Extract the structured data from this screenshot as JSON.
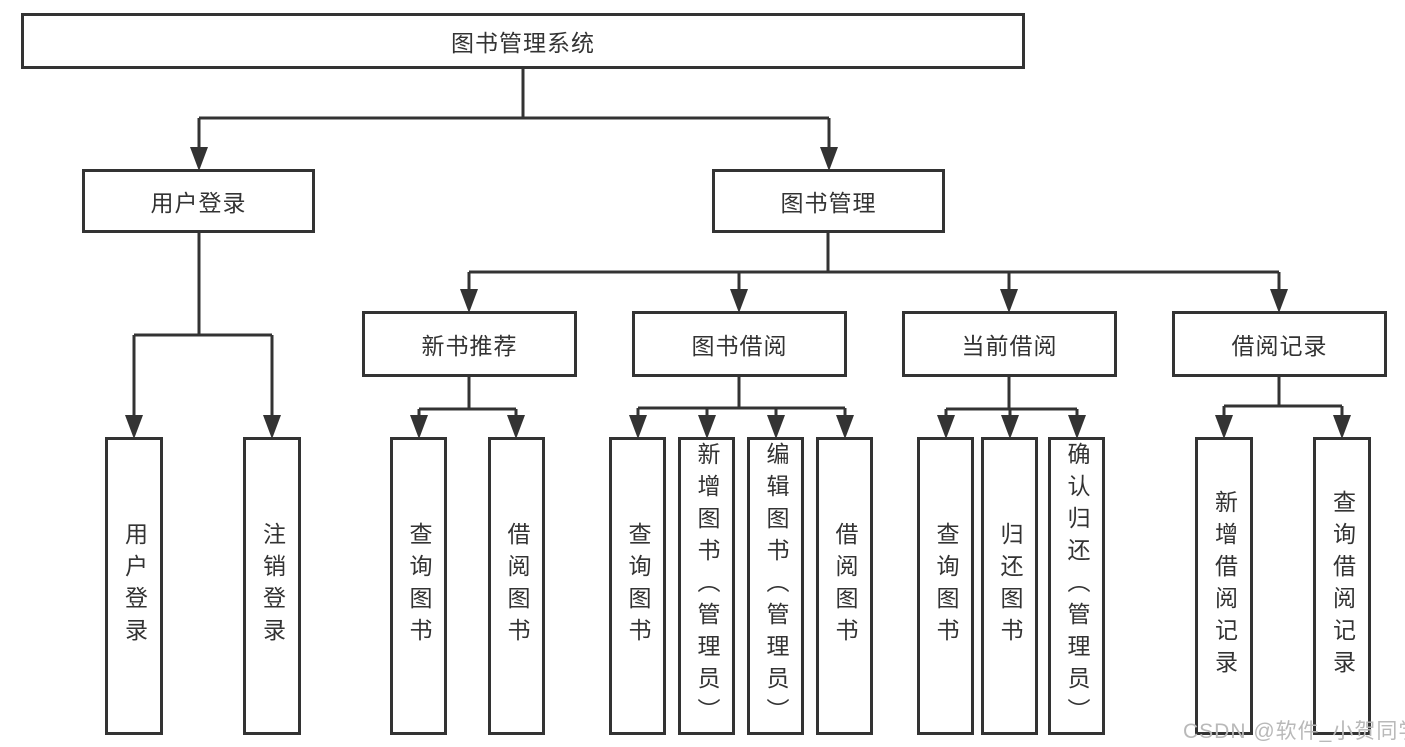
{
  "diagram_type": "hierarchy-tree",
  "colors": {
    "line": "#333333",
    "box_border": "#333333",
    "text": "#333333",
    "background": "#ffffff",
    "watermark": "#b9b9b9"
  },
  "tree": {
    "root": "图书管理系统",
    "branches": [
      {
        "label": "用户登录",
        "children": [
          "用户登录",
          "注销登录"
        ]
      },
      {
        "label": "图书管理",
        "children": [
          {
            "label": "新书推荐",
            "children": [
              "查询图书",
              "借阅图书"
            ]
          },
          {
            "label": "图书借阅",
            "children": [
              "查询图书",
              "新增图书（管理员）",
              "编辑图书（管理员）",
              "借阅图书"
            ]
          },
          {
            "label": "当前借阅",
            "children": [
              "查询图书",
              "归还图书",
              "确认归还（管理员）"
            ]
          },
          {
            "label": "借阅记录",
            "children": [
              "新增借阅记录",
              "查询借阅记录"
            ]
          }
        ]
      }
    ]
  },
  "watermark": {
    "text": "CSDN @软件_小贺同学"
  }
}
